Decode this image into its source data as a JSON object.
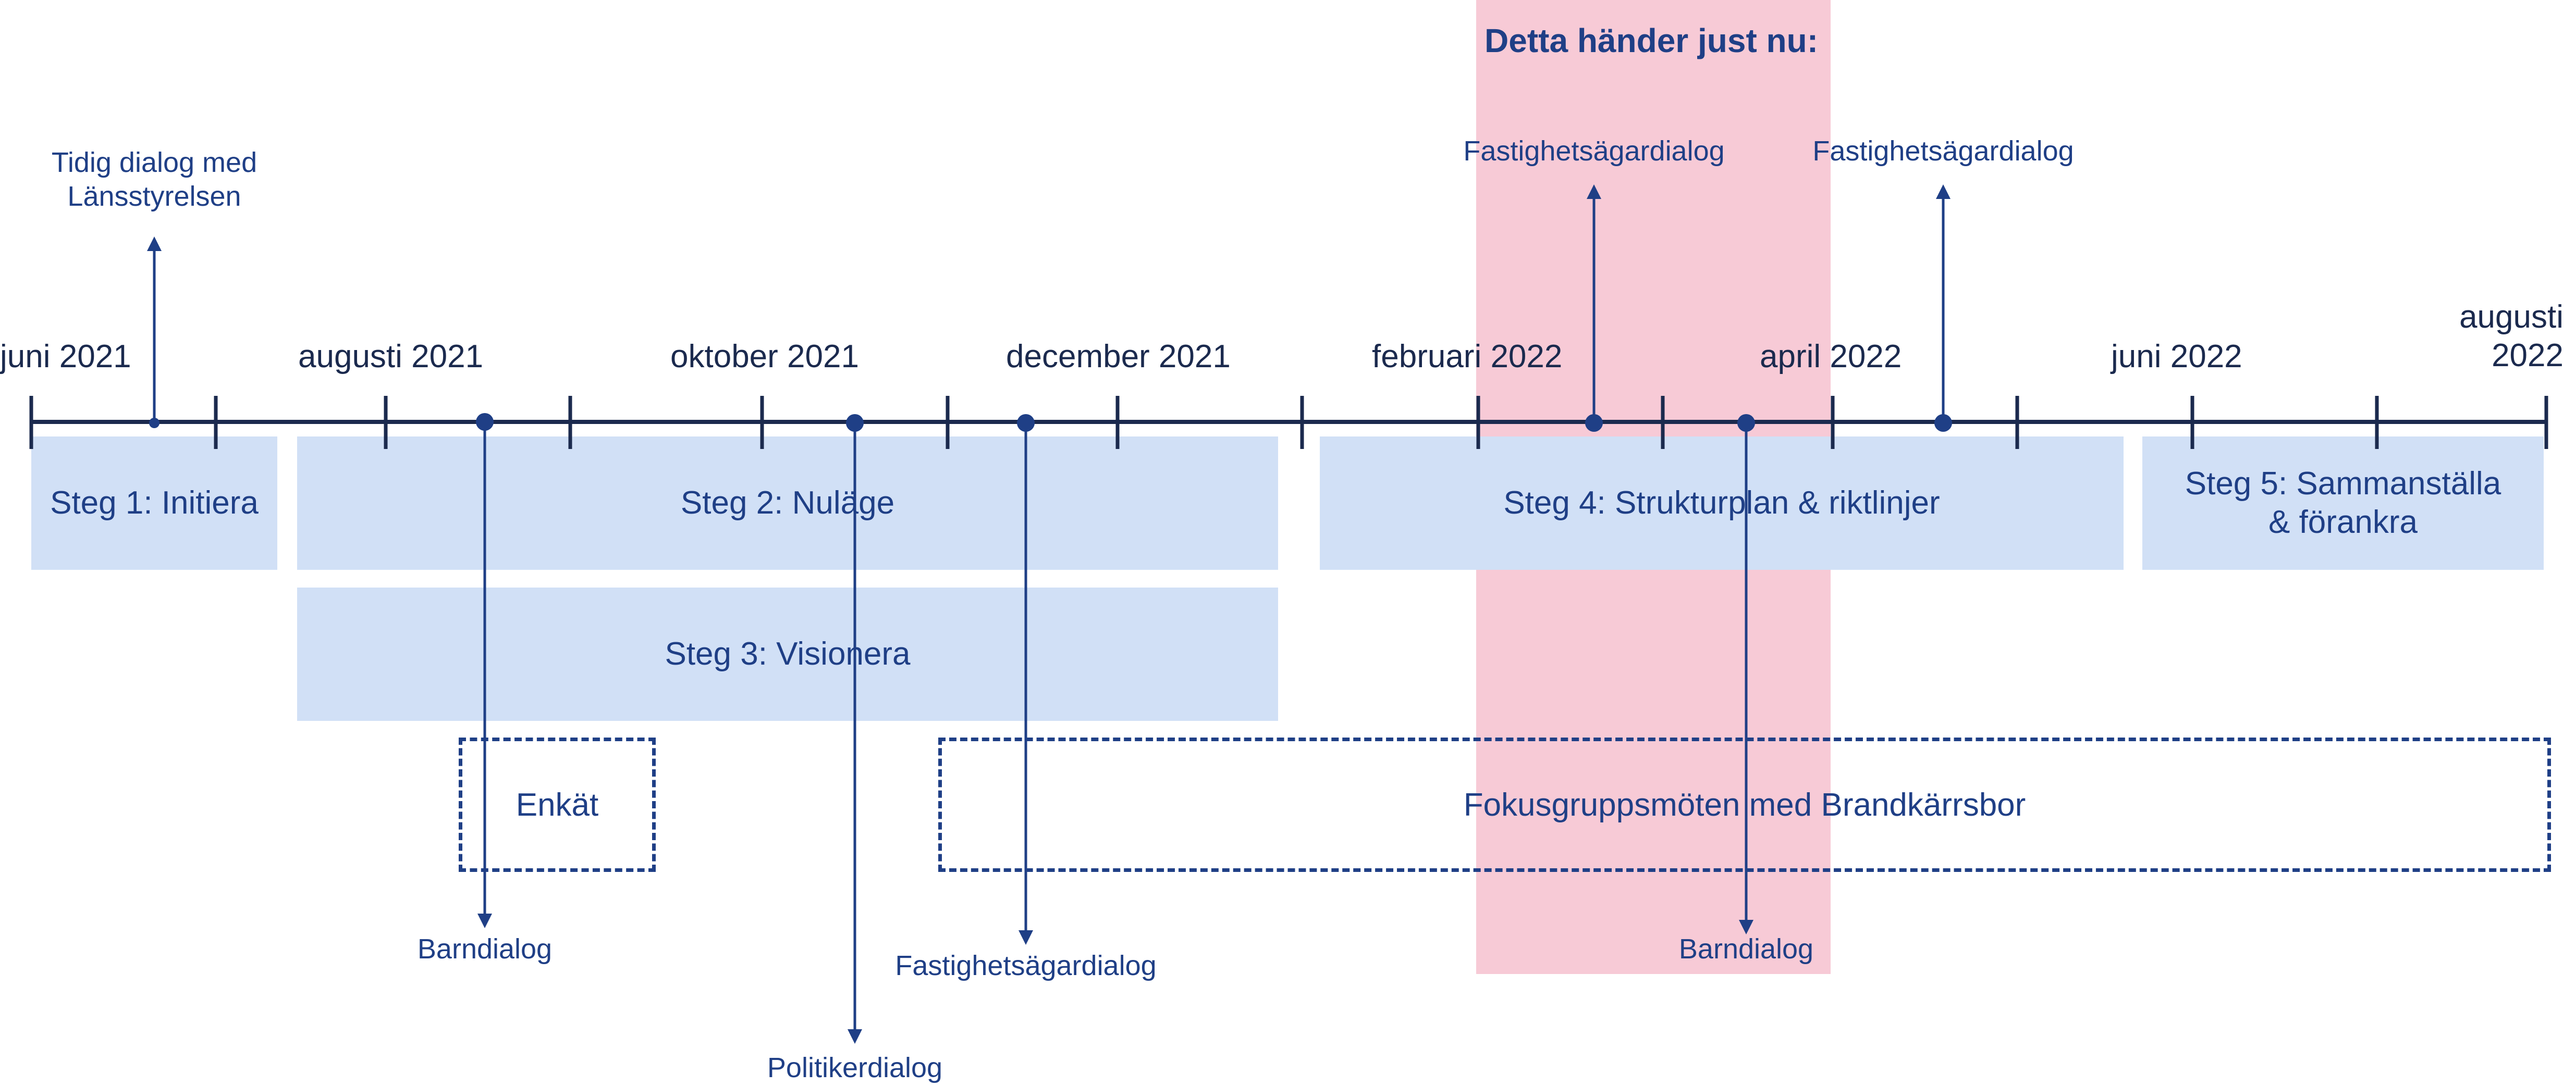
{
  "now_label": "Detta händer just nu:",
  "months": [
    "juni 2021",
    "augusti 2021",
    "oktober 2021",
    "december 2021",
    "februari 2022",
    "april 2022",
    "juni 2022",
    "augusti\n2022"
  ],
  "phases": {
    "steg1": "Steg 1: Initiera",
    "steg2": "Steg 2: Nuläge",
    "steg3": "Steg 3: Visionera",
    "steg4": "Steg 4: Strukturplan & riktlinjer",
    "steg5": "Steg 5: Sammanställa\n& förankra"
  },
  "activities": {
    "enkat": "Enkät",
    "fokus": "Fokusgruppsmöten med Brandkärrsbor"
  },
  "events": {
    "tidig": "Tidig dialog med\nLänsstyrelsen",
    "barn1": "Barndialog",
    "politiker": "Politikerdialog",
    "fastighet1": "Fastighetsägardialog",
    "fastighet2": "Fastighetsägardialog",
    "fastighet3": "Fastighetsägardialog",
    "barn2": "Barndialog"
  },
  "colors": {
    "line": "#1b2a4e",
    "text": "#1f3f86",
    "phase_fill": "#d1e0f6",
    "now_band": "#f7cad6"
  }
}
